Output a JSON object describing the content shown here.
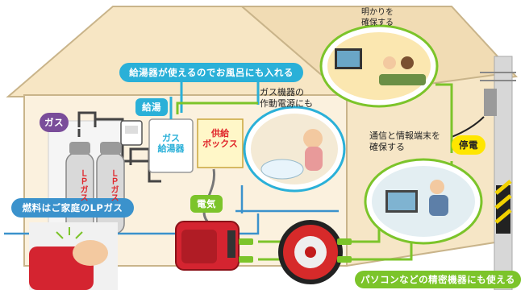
{
  "labels": {
    "lp_gas_fuel": "燃料はご家庭のLPガス",
    "water_heater_bath": "給湯器が使えるのでお風呂にも入れる",
    "gas_device_power": "ガス機器の\n作動電源にも",
    "lighting": "明かりを\n確保する",
    "communication": "通信と情報端末を\n確保する",
    "outage": "停電",
    "pc_equipment": "パソコンなどの精密機器にも使える",
    "gas": "ガス",
    "hot_water": "給湯",
    "electricity": "電気",
    "water_heater": "ガス\n給湯器",
    "supply_box": "供給\nボックス",
    "lp_cylinder": "ＬＰガス"
  },
  "colors": {
    "gas_purple": "#7a4d9a",
    "water_cyan": "#2ab0d8",
    "power_green": "#7cc42a",
    "lp_blue": "#3b92cc",
    "outage_yellow": "#ffe600",
    "supply_red": "#e0262b",
    "house_wall": "#fbf1de"
  }
}
